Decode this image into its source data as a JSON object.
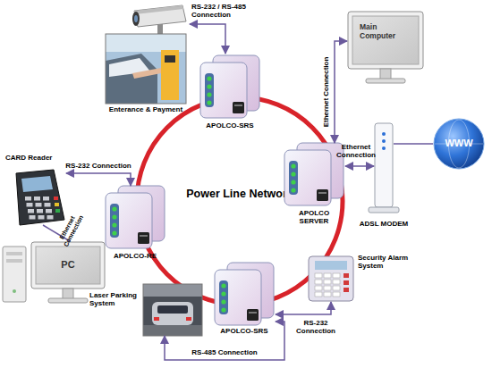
{
  "diagram": {
    "nodes": [
      {
        "text": [
          "APOLCO-SRS"
        ]
      },
      {
        "text": [
          "Main Computer"
        ]
      },
      {
        "text": [
          "Enterance & Payment"
        ]
      },
      {
        "text": [
          "WWW"
        ]
      },
      {
        "text": [
          "APOLCO SERVER"
        ]
      },
      {
        "text": [
          "ADSL MODEM"
        ]
      },
      {
        "text": [
          "CARD Reader"
        ]
      },
      {
        "text": [
          "Power Line Network"
        ]
      },
      {
        "text": [
          "APOLCO-RE"
        ]
      },
      {
        "text": [
          "PC"
        ]
      },
      {
        "text": [
          "Security Alarm System"
        ]
      },
      {
        "text": [
          "Laser Parking System"
        ]
      },
      {
        "text": [
          "APOLCO-SRS"
        ]
      }
    ],
    "edges": [
      {
        "from": 1,
        "to": 4,
        "arrow": "both",
        "label": "Ethernet Connection"
      },
      {
        "from": 4,
        "to": 5,
        "arrow": "both",
        "label": "Ethernet Connection"
      },
      {
        "from": 5,
        "to": 3,
        "arrow": "none"
      },
      {
        "from": 6,
        "to": 8,
        "arrow": "both",
        "label": "RS-232 Connection"
      },
      {
        "from": 6,
        "to": 9,
        "arrow": "none",
        "label": "Ethernet Connection"
      },
      {
        "from": 10,
        "to": 12,
        "arrow": "both",
        "label": "RS-232 Connection"
      },
      {
        "from": 11,
        "to": 12,
        "arrow": "both",
        "label": "RS-485 Connection"
      }
    ],
    "labels": [
      "RS-232 / RS-485 Connection"
    ]
  }
}
